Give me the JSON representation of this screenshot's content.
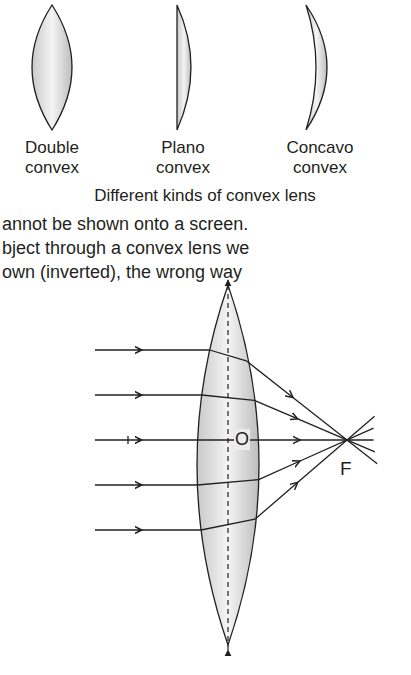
{
  "diagram": {
    "caption": "Different kinds of convex lens",
    "labels": [
      "Double convex",
      "Plano convex",
      "Concavo convex",
      "annot be shown onto a screen.",
      "bject through a convex lens we",
      "own (inverted), the wrong way",
      "O",
      "F"
    ]
  }
}
